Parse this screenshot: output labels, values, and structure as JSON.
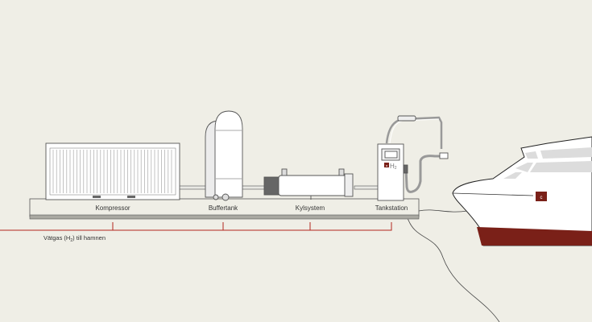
{
  "labels": {
    "kompressor": "Kompressor",
    "buffertank": "Buffertank",
    "kylsystem": "Kylsystem",
    "tankstation": "Tankstation"
  },
  "route": {
    "prefix": "Vätgas (H",
    "subscript": "2",
    "suffix": ") till hamnen"
  },
  "pump": {
    "badge": "a",
    "h": "H",
    "sub": "2"
  },
  "ship": {
    "badge": "c"
  },
  "colors": {
    "background": "#efeee6",
    "accent": "#7a2018",
    "line": "#b3261e"
  }
}
